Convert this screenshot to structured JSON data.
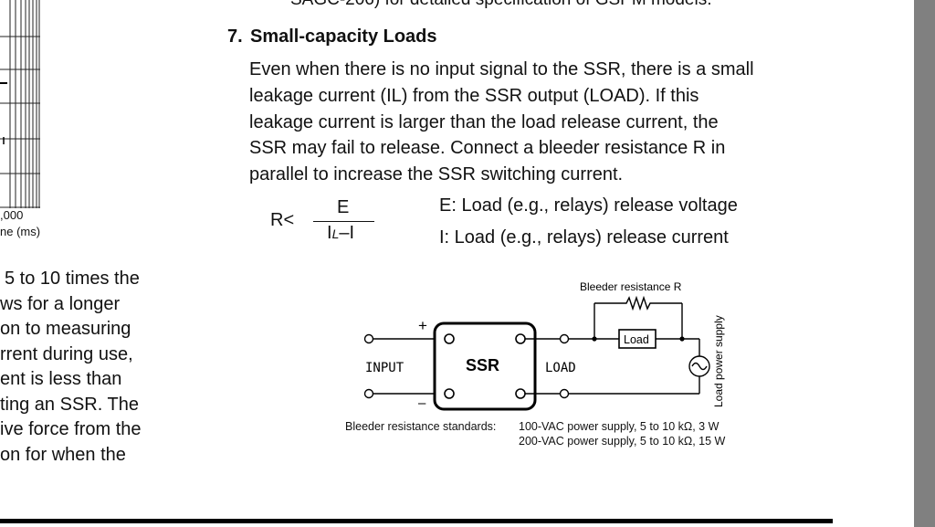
{
  "top_clipped_text": "SAGC-206) for detailed specification of GSPM models.",
  "left_figure": {
    "axis_tick": ",000",
    "axis_label": "ne (ms)"
  },
  "left_column_lines": [
    "5 to 10 times the",
    "ws for a longer",
    "on to measuring",
    "rrent during use,",
    "ent is less than",
    "ting an SSR. The",
    "ive force from the",
    "on for when the"
  ],
  "section": {
    "number": "7.",
    "title": "Small-capacity Loads",
    "paragraph_lines": [
      "Even when there is no input signal to the SSR, there is a small",
      "leakage current (IL) from the SSR output (LOAD). If this",
      "leakage current is larger than the load release current, the",
      "SSR may fail to release. Connect a bleeder resistance R in",
      "parallel to increase the SSR switching current."
    ]
  },
  "formula": {
    "lhs": "R<",
    "numerator": "E",
    "denominator_I": "I",
    "denominator_sub": "L",
    "denominator_rest": "–I",
    "definitions": [
      "E: Load (e.g., relays) release voltage",
      "I: Load (e.g., relays) release current"
    ]
  },
  "circuit": {
    "bleeder_label": "Bleeder resistance R",
    "plus": "+",
    "minus": "–",
    "input_label": "INPUT",
    "ssr_label": "SSR",
    "load_terminal_label": "LOAD",
    "load_box_label": "Load",
    "supply_label": "Load power supply"
  },
  "bleeder_standards": {
    "label": "Bleeder resistance standards:",
    "lines": [
      "100-VAC power supply, 5 to 10 kΩ, 3 W",
      "200-VAC power supply, 5 to 10 kΩ, 15 W"
    ]
  }
}
